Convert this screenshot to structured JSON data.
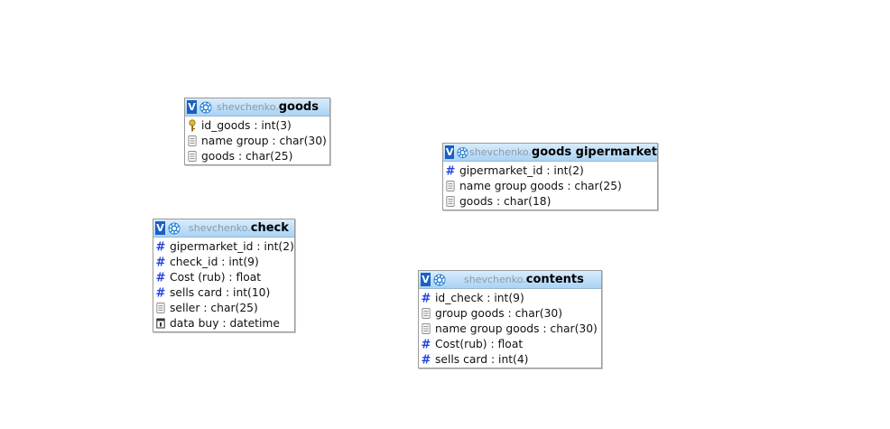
{
  "tables": [
    {
      "id": "goods",
      "v": "V",
      "schema": "shevchenko.",
      "name": "goods",
      "columns": [
        {
          "icon": "key",
          "text": "id_goods : int(3)"
        },
        {
          "icon": "char",
          "text": "name group : char(30)"
        },
        {
          "icon": "char",
          "text": "goods : char(25)"
        }
      ]
    },
    {
      "id": "goods-gipermarket",
      "v": "V",
      "schema": "shevchenko.",
      "name": "goods gipermarket",
      "columns": [
        {
          "icon": "num",
          "text": "gipermarket_id : int(2)"
        },
        {
          "icon": "char",
          "text": "name group goods : char(25)"
        },
        {
          "icon": "char",
          "text": "goods : char(18)"
        }
      ]
    },
    {
      "id": "check",
      "v": "V",
      "schema": "shevchenko.",
      "name": "check",
      "columns": [
        {
          "icon": "num",
          "text": "gipermarket_id : int(2)"
        },
        {
          "icon": "num",
          "text": "check_id : int(9)"
        },
        {
          "icon": "num",
          "text": "Cost (rub) : float"
        },
        {
          "icon": "num",
          "text": "sells card : int(10)"
        },
        {
          "icon": "char",
          "text": "seller : char(25)"
        },
        {
          "icon": "date",
          "text": "data buy : datetime"
        }
      ]
    },
    {
      "id": "contents",
      "v": "V",
      "schema": "shevchenko.",
      "name": "contents",
      "columns": [
        {
          "icon": "num",
          "text": "id_check : int(9)"
        },
        {
          "icon": "char",
          "text": "group goods : char(30)"
        },
        {
          "icon": "char",
          "text": "name group goods : char(30)"
        },
        {
          "icon": "num",
          "text": "Cost(rub) : float"
        },
        {
          "icon": "num",
          "text": "sells card : int(4)"
        }
      ]
    }
  ]
}
